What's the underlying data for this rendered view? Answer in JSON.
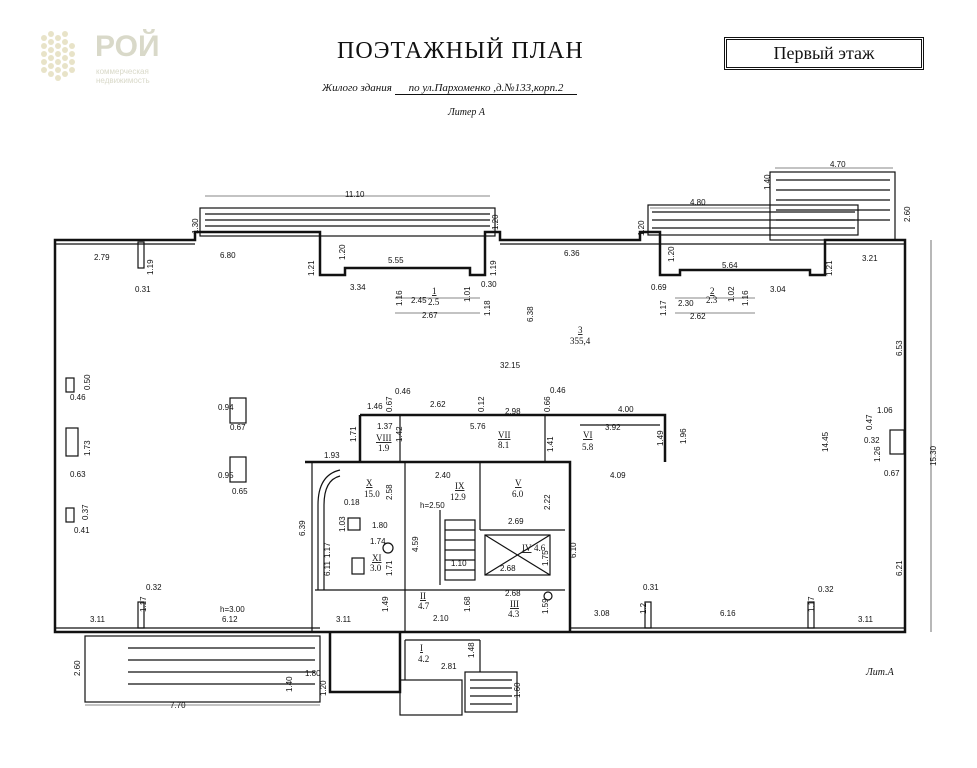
{
  "logo": {
    "name": "РОЙ",
    "line1": "коммерческая",
    "line2": "недвижимость"
  },
  "header": {
    "title": "ПОЭТАЖНЫЙ ПЛАН",
    "floor": "Первый    этаж",
    "building_label": "Жилого здания",
    "address": "по ул.Пархоменко ,д.№133,корп.2",
    "litera": "Литер А"
  },
  "footer": {
    "litera": "Лит.А"
  },
  "dimensions": {
    "d_11_10": "11.10",
    "d_4_70": "4.70",
    "d_4_80": "4.80",
    "d_1_40a": "1.40",
    "d_2_60a": "2.60",
    "d_1_30": "1.30",
    "d_1_20a": "1.20",
    "d_1_20b": "1.20",
    "d_1_20c": "1.20",
    "d_1_20d": "1.20",
    "d_2_79": "2.79",
    "d_6_80": "6.80",
    "d_1_19a": "1.19",
    "d_0_31a": "0.31",
    "d_1_21a": "1.21",
    "d_5_55": "5.55",
    "d_3_34": "3.34",
    "d_1_19b": "1.19",
    "d_0_30": "0.30",
    "d_6_36": "6.36",
    "d_5_64": "5.64",
    "d_3_21": "3.21",
    "d_1_21b": "1.21",
    "d_3_04": "3.04",
    "d_0_69": "0.69",
    "d_2_30": "2.30",
    "d_2_62": "2.62",
    "d_1_16a": "1.16",
    "d_1_02": "1.02",
    "d_1_17a": "1.17",
    "d_2_45": "2.45",
    "d_2_67": "2.67",
    "d_1_16b": "1.16",
    "d_1_01": "1.01",
    "d_1_18": "1.18",
    "d_6_38": "6.38",
    "d_32_15": "32.15",
    "d_6_53": "6.53",
    "d_15_30": "15.30",
    "d_14_45": "14.45",
    "d_0_50": "0.50",
    "d_0_46a": "0.46",
    "d_0_94": "0.94",
    "d_0_67a": "0.67",
    "d_1_73": "1.73",
    "d_0_63": "0.63",
    "d_0_95": "0.95",
    "d_0_65": "0.65",
    "d_0_37": "0.37",
    "d_0_41": "0.41",
    "d_1_46": "1.46",
    "d_0_46b": "0.46",
    "d_0_67b": "0.67",
    "d_2_62b": "2.62",
    "d_0_12": "0.12",
    "d_0_66": "0.66",
    "d_0_46c": "0.46",
    "d_2_98": "2.98",
    "d_4_00": "4.00",
    "d_1_37": "1.37",
    "d_1_71a": "1.71",
    "d_1_42": "1.42",
    "d_5_76": "5.76",
    "d_1_41": "1.41",
    "d_3_92": "3.92",
    "d_1_49a": "1.49",
    "d_1_96": "1.96",
    "d_1_06": "1.06",
    "d_0_47": "0.47",
    "d_0_32a": "0.32",
    "d_1_26": "1.26",
    "d_0_67c": "0.67",
    "d_1_93": "1.93",
    "d_2_40": "2.40",
    "d_4_09": "4.09",
    "d_2_58": "2.58",
    "d_0_18": "0.18",
    "d_1_03": "1.03",
    "d_h250": "h=2.50",
    "d_2_22": "2.22",
    "d_1_80a": "1.80",
    "d_2_69": "2.69",
    "d_6_39": "6.39",
    "d_1_74": "1.74",
    "d_4_59": "4.59",
    "d_1_17b": "1.17",
    "d_6_11": "6.11",
    "d_1_71b": "1.71",
    "d_1_10": "1.10",
    "d_1_75": "1.75",
    "d_2_68a": "2.68",
    "d_6_10": "6.10",
    "d_0_32b": "0.32",
    "d_0_31b": "0.31",
    "d_0_32c": "0.32",
    "d_6_21": "6.21",
    "d_1_17c": "1.17",
    "d_h300": "h=3.00",
    "d_6_12": "6.12",
    "d_1_49b": "1.49",
    "d_1_68": "1.68",
    "d_2_68b": "2.68",
    "d_1_59": "1.59",
    "d_3_08": "3.08",
    "d_1_2": "1.2",
    "d_6_16": "6.16",
    "d_1_17d": "1.17",
    "d_3_11a": "3.11",
    "d_3_11b": "3.11",
    "d_3_11c": "3.11",
    "d_2_10": "2.10",
    "d_1_48": "1.48",
    "d_2_81": "2.81",
    "d_2_60b": "2.60",
    "d_1_80b": "1.80",
    "d_1_40b": "1.40",
    "d_1_20e": "1.20",
    "d_7_70": "7.70",
    "d_1_60": "1.60"
  },
  "rooms": {
    "r1_num": "1",
    "r1_area": "2.5",
    "r2_num": "2",
    "r2_area": "2.3",
    "r3_num": "3",
    "r3_area": "355,4",
    "rI_num": "I",
    "rI_area": "4.2",
    "rII_num": "II",
    "rII_area": "4.7",
    "rIII_num": "III",
    "rIII_area": "4.3",
    "rIV_num": "IV",
    "rIV_area": "4.6",
    "rV_num": "V",
    "rV_area": "6.0",
    "rVI_num": "VI",
    "rVI_area": "5.8",
    "rVII_num": "VII",
    "rVII_area": "8.1",
    "rVIII_num": "VIII",
    "rVIII_area": "1.9",
    "rIX_num": "IX",
    "rIX_area": "12.9",
    "rX_num": "X",
    "rX_area": "15.0",
    "rXI_num": "XI",
    "rXI_area": "3.0"
  }
}
